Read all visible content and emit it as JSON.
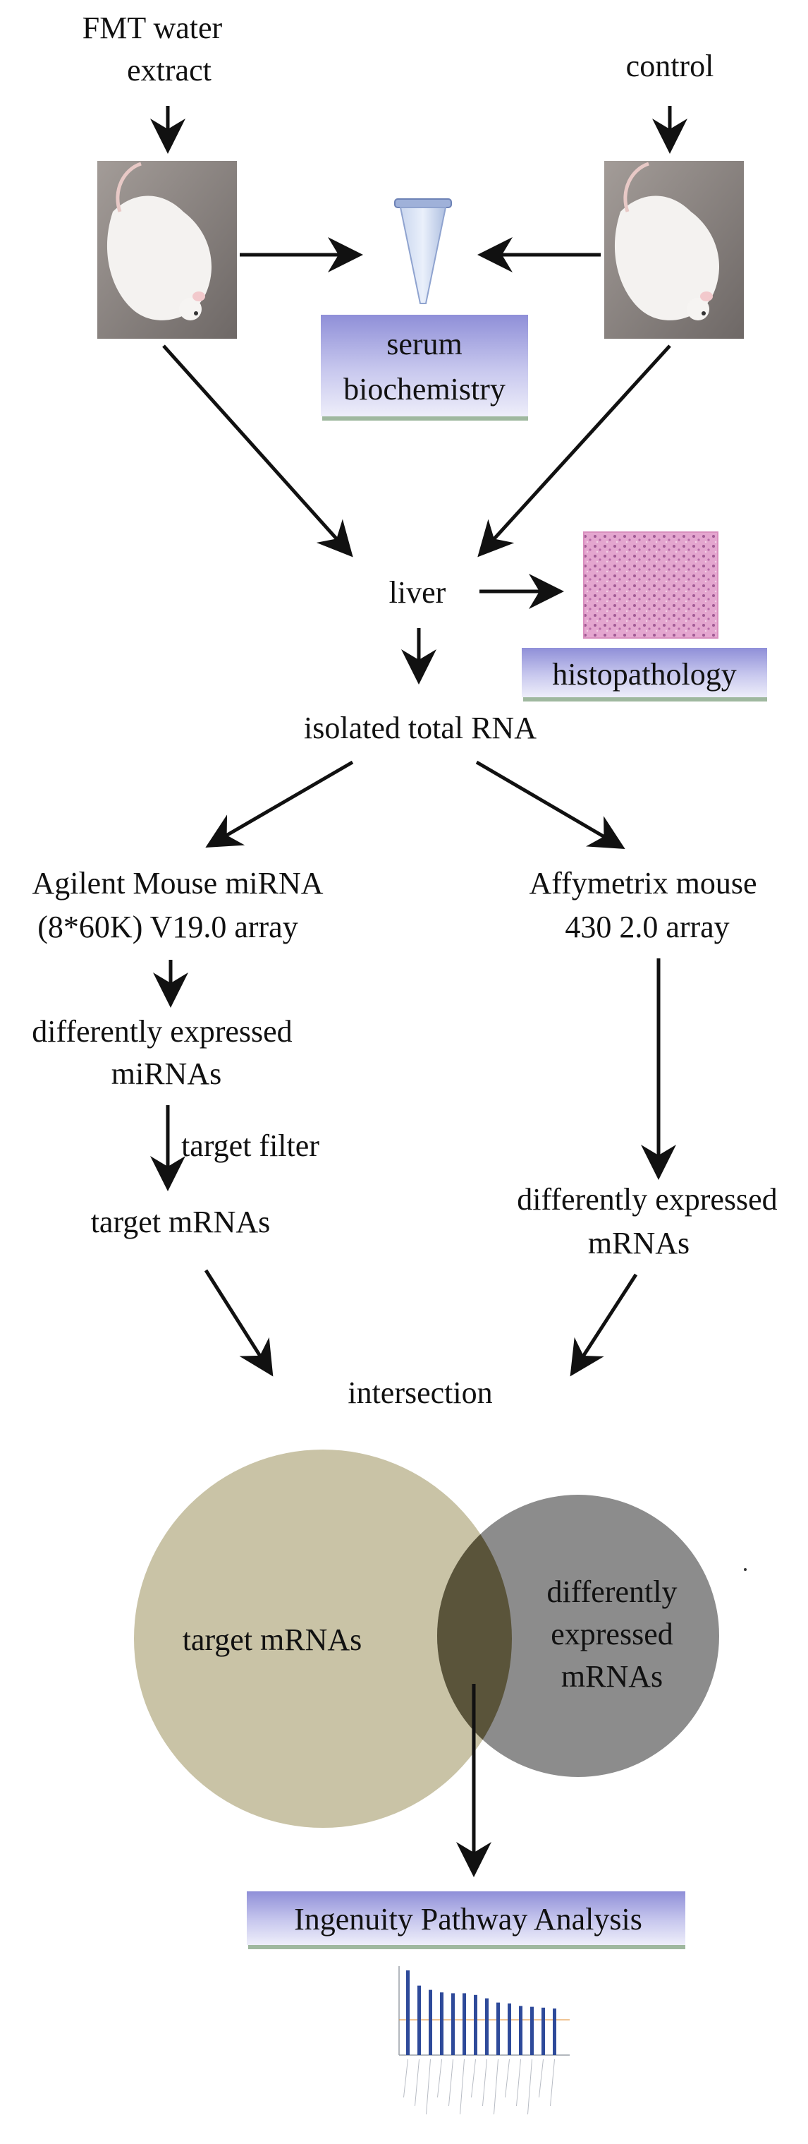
{
  "labels": {
    "fmt": [
      "FMT water",
      "extract"
    ],
    "control": "control",
    "serum": [
      "serum",
      "biochemistry"
    ],
    "liver": "liver",
    "histopathology": "histopathology",
    "rna": "isolated total RNA",
    "agilent": [
      "Agilent  Mouse miRNA",
      "(8*60K) V19.0  array"
    ],
    "affymetrix": [
      "Affymetrix  mouse",
      "430 2.0 array"
    ],
    "de_mirnas": [
      "differently expressed",
      "miRNAs"
    ],
    "target_filter": "target filter",
    "target_mrnas": "target mRNAs",
    "de_mrnas": [
      "differently expressed",
      "mRNAs"
    ],
    "intersection": "intersection",
    "venn_left": "target mRNAs",
    "venn_right": [
      "differently",
      "expressed",
      "mRNAs"
    ],
    "ipa": "Ingenuity Pathway Analysis"
  },
  "colors": {
    "arrow": "#111111",
    "label_box_top": "#8f8fd8",
    "label_box_bottom": "#e6e6f6",
    "label_box_shadow": "#9fb89f",
    "venn_left": "#c9c3a6",
    "venn_right": "#8c8c8c",
    "venn_overlap": "#5a543a",
    "bar": "#2e4a9a",
    "histology": "#d98fbe"
  },
  "icons": {
    "mouse": "mouse-photo-icon",
    "tube": "test-tube-icon",
    "histology": "histology-slide-icon",
    "chart": "ipa-bar-chart-icon"
  },
  "ipa_chart_values": [
    100,
    82,
    77,
    74,
    73,
    73,
    71,
    67,
    62,
    61,
    58,
    57,
    56,
    55
  ]
}
